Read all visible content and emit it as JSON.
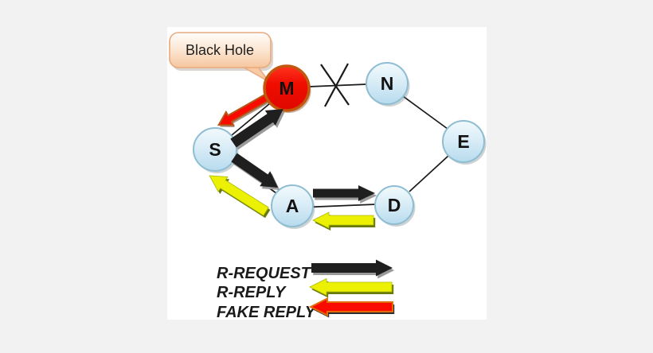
{
  "background_color": "#f2f2f2",
  "panel_color": "#ffffff",
  "callout": {
    "label": "Black Hole"
  },
  "nodes": [
    {
      "id": "M",
      "label": "M",
      "role": "malicious-black-hole-node",
      "fill": "#f00d00",
      "border": "#c2570e"
    },
    {
      "id": "N",
      "label": "N",
      "role": "intermediate-node",
      "fill": "#d9edf7",
      "border": "#8fbdd1"
    },
    {
      "id": "E",
      "label": "E",
      "role": "intermediate-node",
      "fill": "#d9edf7",
      "border": "#8fbdd1"
    },
    {
      "id": "S",
      "label": "S",
      "role": "source-node",
      "fill": "#d9edf7",
      "border": "#8fbdd1"
    },
    {
      "id": "A",
      "label": "A",
      "role": "intermediate-node",
      "fill": "#d9edf7",
      "border": "#8fbdd1"
    },
    {
      "id": "D",
      "label": "D",
      "role": "destination-node",
      "fill": "#d9edf7",
      "border": "#8fbdd1"
    }
  ],
  "edges": [
    {
      "from": "S",
      "to": "M",
      "broken": false
    },
    {
      "from": "M",
      "to": "N",
      "broken": true
    },
    {
      "from": "N",
      "to": "E",
      "broken": false
    },
    {
      "from": "E",
      "to": "D",
      "broken": false
    },
    {
      "from": "S",
      "to": "A",
      "broken": false
    },
    {
      "from": "A",
      "to": "D",
      "broken": false
    }
  ],
  "flows": [
    {
      "from": "S",
      "to": "M",
      "type": "R-REQUEST",
      "color": "#1f1f1f"
    },
    {
      "from": "M",
      "to": "S",
      "type": "FAKE REPLY",
      "color": "#f90b00"
    },
    {
      "from": "S",
      "to": "A",
      "type": "R-REQUEST",
      "color": "#1f1f1f"
    },
    {
      "from": "A",
      "to": "S",
      "type": "R-REPLY",
      "color": "#ecf104"
    },
    {
      "from": "A",
      "to": "D",
      "type": "R-REQUEST",
      "color": "#1f1f1f"
    },
    {
      "from": "D",
      "to": "A",
      "type": "R-REPLY",
      "color": "#ecf104"
    }
  ],
  "legend": {
    "items": [
      {
        "label": "R-REQUEST",
        "arrow_color": "#1f1f1f",
        "arrow_direction": "right"
      },
      {
        "label": "R-REPLY",
        "arrow_color": "#ecf104",
        "arrow_direction": "left"
      },
      {
        "label": "FAKE REPLY",
        "arrow_color": "#f90b00",
        "arrow_direction": "left"
      }
    ]
  },
  "colors": {
    "request_arrow": "#1f1f1f",
    "reply_arrow": "#ecf104",
    "fake_reply_arrow": "#f90b00",
    "black_hole_fill": "#f00d00",
    "black_hole_border": "#c2570e",
    "node_fill": "#d9edf7",
    "node_border": "#8fbdd1",
    "callout_fill": "#f6c69e",
    "callout_border": "#e9a97d",
    "edge_line": "#1a1a1a"
  }
}
